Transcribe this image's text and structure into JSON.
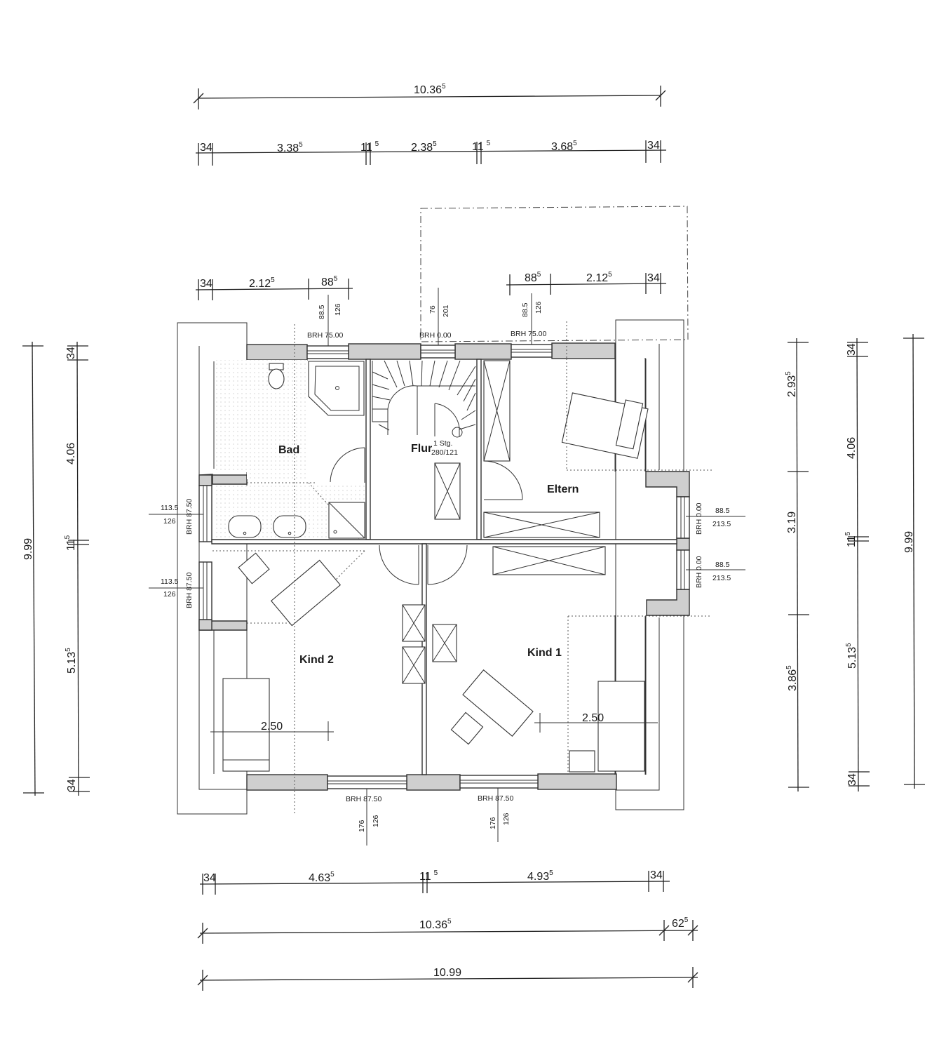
{
  "dimensions": {
    "top_total": "10.36",
    "top_total_sup": "5",
    "top_segments": [
      {
        "value": "34",
        "sup": ""
      },
      {
        "value": "3.38",
        "sup": "5"
      },
      {
        "value": "11",
        "sup": "5"
      },
      {
        "value": "2.38",
        "sup": "5"
      },
      {
        "value": "11",
        "sup": "5"
      },
      {
        "value": "3.68",
        "sup": "5"
      },
      {
        "value": "34",
        "sup": ""
      }
    ],
    "upper_left_segments": [
      {
        "value": "34",
        "sup": ""
      },
      {
        "value": "2.12",
        "sup": "5"
      },
      {
        "value": "88",
        "sup": "5"
      }
    ],
    "upper_right_segments": [
      {
        "value": "88",
        "sup": "5"
      },
      {
        "value": "2.12",
        "sup": "5"
      },
      {
        "value": "34",
        "sup": ""
      }
    ],
    "bottom_segments": [
      {
        "value": "34",
        "sup": ""
      },
      {
        "value": "4.63",
        "sup": "5"
      },
      {
        "value": "11",
        "sup": "5"
      },
      {
        "value": "4.93",
        "sup": "5"
      },
      {
        "value": "34",
        "sup": ""
      }
    ],
    "bottom_total": "10.36",
    "bottom_total_sup": "5",
    "bottom_overhang": "62",
    "bottom_overhang_sup": "5",
    "bottom_overall": "10.99",
    "left_total": "9.99",
    "left_segments": [
      {
        "value": "34",
        "sup": ""
      },
      {
        "value": "4.06",
        "sup": ""
      },
      {
        "value": "11",
        "sup": "5"
      },
      {
        "value": "5.13",
        "sup": "5"
      },
      {
        "value": "34",
        "sup": ""
      }
    ],
    "right_inner_segments": [
      {
        "value": "2.93",
        "sup": "5"
      },
      {
        "value": "3.19",
        "sup": ""
      },
      {
        "value": "3.86",
        "sup": "5"
      }
    ],
    "right_mid_segments": [
      {
        "value": "34",
        "sup": ""
      },
      {
        "value": "4.06",
        "sup": ""
      },
      {
        "value": "11",
        "sup": "5"
      },
      {
        "value": "5.13",
        "sup": "5"
      },
      {
        "value": "34",
        "sup": ""
      }
    ],
    "right_total": "9.99"
  },
  "rooms": {
    "bad": "Bad",
    "flur": "Flur",
    "eltern": "Eltern",
    "kind1": "Kind 1",
    "kind2": "Kind 2"
  },
  "stair": {
    "line1": "1 Stg.",
    "line2": "280/121"
  },
  "windows": {
    "top_left": {
      "brh": "BRH 75.00",
      "a": "88.5",
      "b": "126"
    },
    "top_mid": {
      "brh": "BRH 0.00",
      "a": "76",
      "b": "201"
    },
    "top_right": {
      "brh": "BRH 75.00",
      "a": "88.5",
      "b": "126"
    },
    "left_upper": {
      "brh": "BRH 87.50",
      "a": "113.5",
      "b": "126"
    },
    "left_lower": {
      "brh": "BRH 87.50",
      "a": "113.5",
      "b": "126"
    },
    "right_upper": {
      "brh": "BRH 0.00",
      "a": "88.5",
      "b": "213.5"
    },
    "right_lower": {
      "brh": "BRH 0.00",
      "a": "88.5",
      "b": "213.5"
    },
    "bottom_left": {
      "brh": "BRH 87.50",
      "a": "176",
      "b": "126"
    },
    "bottom_right": {
      "brh": "BRH 87.50",
      "a": "176",
      "b": "126"
    }
  },
  "inner_dims": {
    "kind2": "2.50",
    "kind1": "2.50"
  }
}
